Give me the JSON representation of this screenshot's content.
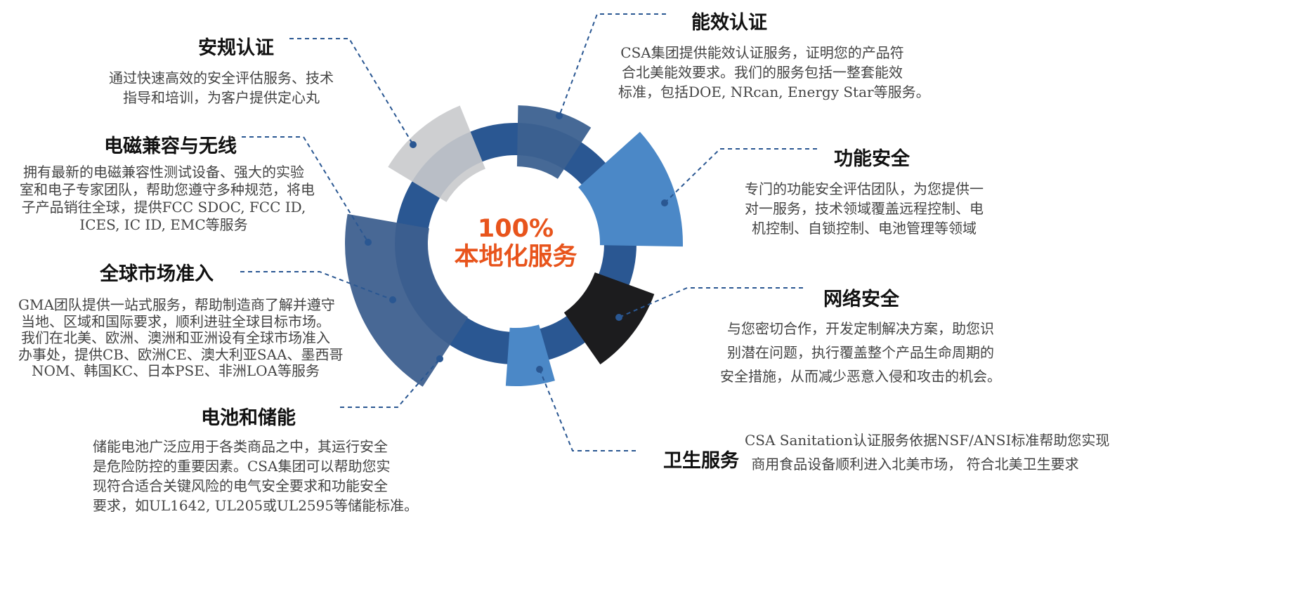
{
  "center": {
    "line1": "100%",
    "line2": "本地化服务"
  },
  "sections": {
    "energy": {
      "title": "能效认证",
      "lines": [
        "CSA集团提供能效认证服务，证明您的产品符",
        "合北美能效要求。我们的服务包括一整套能效",
        "标准，包括DOE, NRcan, Energy Star等服务。"
      ]
    },
    "functional": {
      "title": "功能安全",
      "lines": [
        "专门的功能安全评估团队，为您提供一",
        "对一服务，技术领域覆盖远程控制、电",
        "机控制、自锁控制、电池管理等领域"
      ]
    },
    "cyber": {
      "title": "网络安全",
      "lines": [
        "与您密切合作，开发定制解决方案，助您识",
        "别潜在问题，执行覆盖整个产品生命周期的",
        "安全措施，从而减少恶意入侵和攻击的机会。"
      ]
    },
    "sanitation": {
      "title": "卫生服务",
      "lines": [
        "CSA Sanitation认证服务依据NSF/ANSI标准帮助您实现",
        "商用食品设备顺利进入北美市场， 符合北美卫生要求"
      ]
    },
    "battery": {
      "title": "电池和储能",
      "lines": [
        "储能电池广泛应用于各类商品之中，其运行安全",
        "是危险防控的重要因素。CSA集团可以帮助您实",
        "现符合适合关键风险的电气安全要求和功能安全",
        "要求，如UL1642, UL205或UL2595等储能标准。"
      ]
    },
    "market": {
      "title": "全球市场准入",
      "lines": [
        "GMA团队提供一站式服务，帮助制造商了解并遵守",
        "当地、区域和国际要求，顺利进驻全球目标市场。",
        "我们在北美、欧洲、澳洲和亚洲设有全球市场准入",
        "办事处，提供CB、欧洲CE、澳大利亚SAA、墨西哥",
        "NOM、韩国KC、日本PSE、非洲LOA等服务"
      ]
    },
    "emc": {
      "title": "电磁兼容与无线",
      "lines": [
        "拥有最新的电磁兼容性测试设备、强大的实验",
        "室和电子专家团队，帮助您遵守多种规范，将电",
        "子产品销往全球，提供FCC SDOC, FCC ID,",
        "ICES, IC ID, EMC等服务"
      ]
    },
    "safety": {
      "title": "安规认证",
      "lines": [
        "通过快速高效的安全评估服务、技术",
        "指导和培训，为客户提供定心丸"
      ]
    }
  },
  "colors": {
    "ring": "#2a5792",
    "energy": "#3c6190",
    "functional": "#4b88c7",
    "cyber": "#1c1c1e",
    "sanitation": "#4b88c7",
    "big_arc": "#3d5f8e",
    "safety": "#c9cacc",
    "connector": "#2a5792",
    "accent": "#e8541c"
  }
}
